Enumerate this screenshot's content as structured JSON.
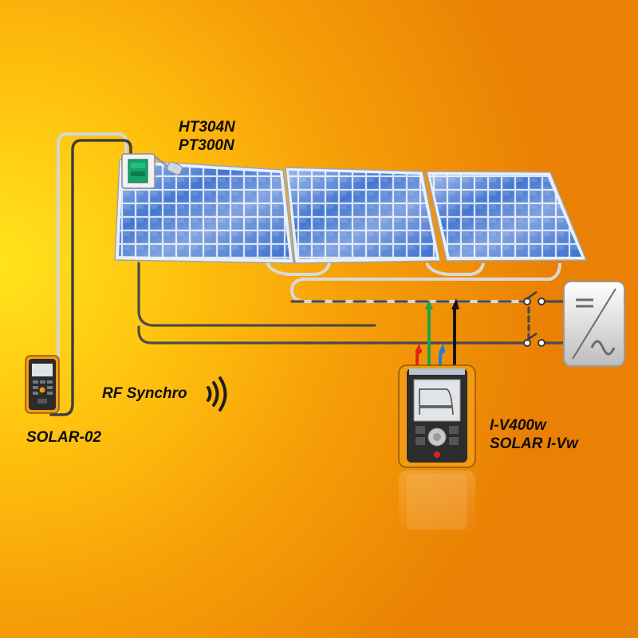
{
  "labels": {
    "sensor_model_1": "HT304N",
    "sensor_model_2": "PT300N",
    "remote_unit": "SOLAR-02",
    "rf_link": "RF Synchro",
    "tester_model_1": "I-V400w",
    "tester_model_2": "SOLAR I-Vw"
  },
  "colors": {
    "background_light": "#ffe41c",
    "background_dark": "#ea8004",
    "wire_dark": "#4b4b4b",
    "cable_light": "#d8d8d8",
    "panel_blue": "#3b6fcc",
    "probe_red": "#e01f1f",
    "probe_green": "#1da34a",
    "probe_blue": "#1f7be0",
    "probe_black": "#151515",
    "device_orange": "#f39a12"
  },
  "icons": {
    "wireless": "wireless-signal-icon",
    "inverter_dc": "dc-symbol-icon",
    "inverter_ac": "ac-sine-symbol-icon"
  }
}
